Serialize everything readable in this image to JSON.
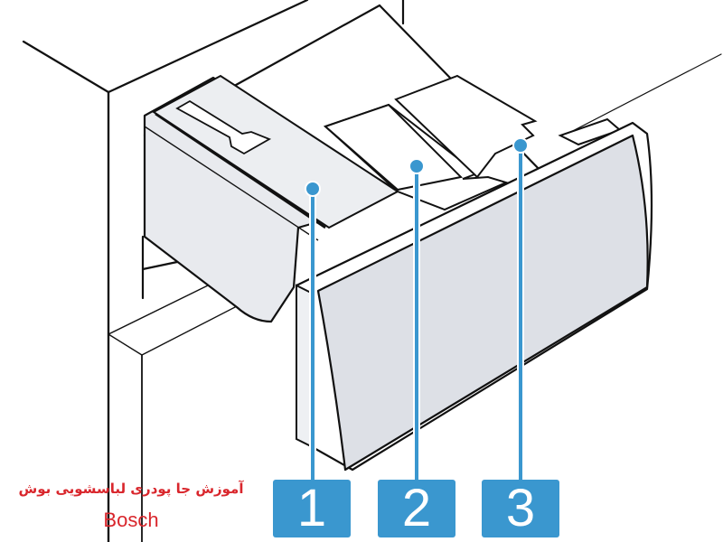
{
  "diagram": {
    "subject": "washing machine detergent drawer",
    "callouts": [
      {
        "number": "1",
        "label_id": "compartment-1"
      },
      {
        "number": "2",
        "label_id": "compartment-2"
      },
      {
        "number": "3",
        "label_id": "compartment-3"
      }
    ],
    "colors": {
      "callout_blue": "#3a97cf",
      "drawer_fill": "#e8eaee",
      "front_panel_fill": "#dde0e6",
      "outline": "#111111",
      "caption_red": "#d9262c"
    }
  },
  "caption": {
    "persian_title": "آموزش جا پودری لباسشویی بوش",
    "brand": "Bosch"
  }
}
